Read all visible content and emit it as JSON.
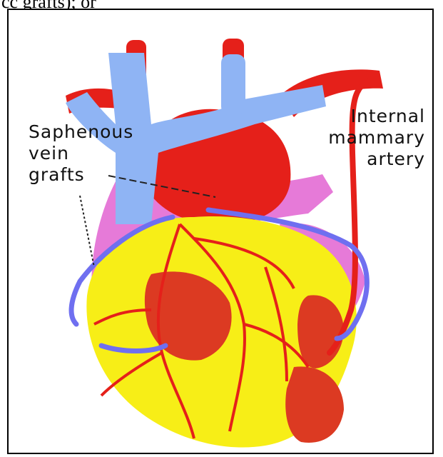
{
  "top_text": "cc grafts); or",
  "labels": {
    "saphenous": [
      "Saphenous",
      "vein",
      "grafts"
    ],
    "internal": [
      "Internal",
      "mammary",
      "artery"
    ]
  },
  "colors": {
    "vein_blue": "#6f6ff0",
    "vein_light": "#8fb4f4",
    "artery_red": "#e5201a",
    "heart_yellow": "#f7ee17",
    "heart_pink": "#e67ad8",
    "muscle_red": "#dc3a22"
  }
}
